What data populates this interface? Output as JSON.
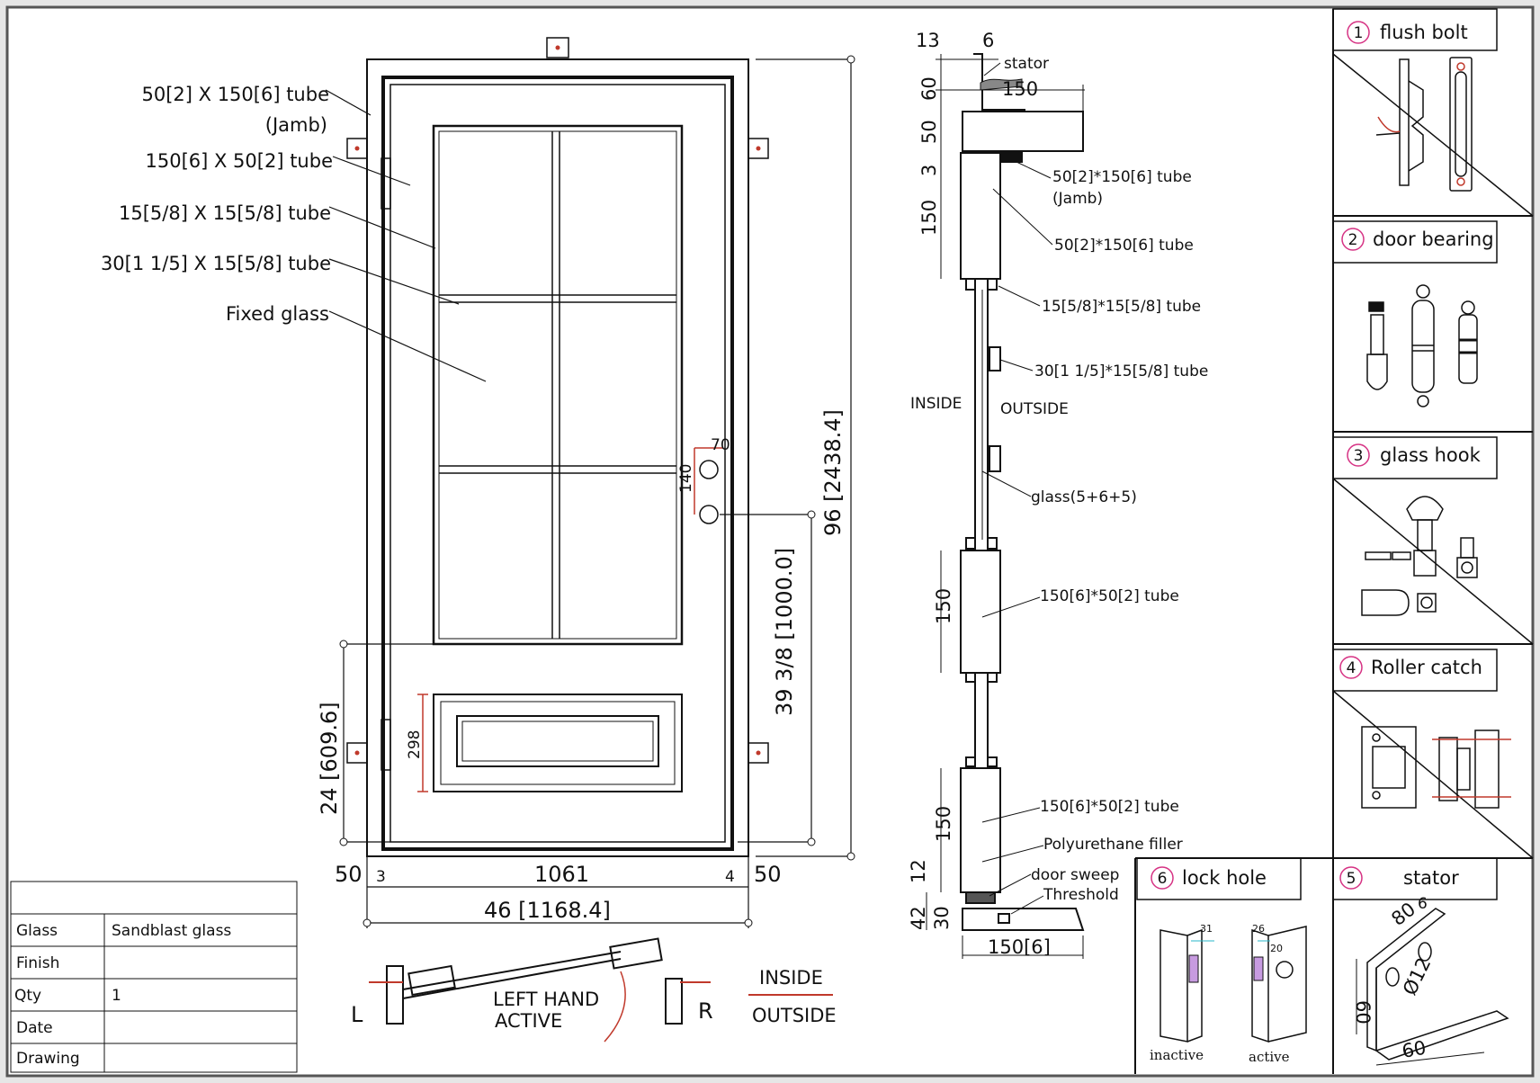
{
  "elevation": {
    "callouts": {
      "jamb_tube": "50[2] X 150[6] tube",
      "jamb_tag": "(Jamb)",
      "frame_tube": "150[6] X 50[2] tube",
      "bar_tube": "15[5/8] X 15[5/8] tube",
      "rail_tube": "30[1 1/5] X 15[5/8] tube",
      "glass": "Fixed glass"
    },
    "dims": {
      "handle_h": "70",
      "handle_v": "140",
      "height_total": "96 [2438.4]",
      "handle_height": "39 3/8 [1000.0]",
      "panel_h": "298",
      "lower_height": "24 [609.6]",
      "left_margin": "50",
      "left_gap": "3",
      "door_width": "1061",
      "right_gap": "4",
      "right_margin": "50",
      "overall_width": "46 [1168.4]"
    }
  },
  "swing": {
    "label_left": "L",
    "label_right": "R",
    "active_line1": "LEFT HAND",
    "active_line2": "ACTIVE",
    "inside": "INSIDE",
    "outside": "OUTSIDE"
  },
  "section": {
    "dims_top": {
      "a": "13",
      "b": "6",
      "c": "150",
      "v60": "60",
      "v50": "50",
      "v3": "3",
      "v150": "150"
    },
    "labels": {
      "stator": "stator",
      "jamb_tube": "50[2]*150[6] tube",
      "jamb_tag": "(Jamb)",
      "frame_tube": "50[2]*150[6] tube",
      "bar_tube": "15[5/8]*15[5/8] tube",
      "rail_tube": "30[1 1/5]*15[5/8] tube",
      "inside": "INSIDE",
      "outside": "OUTSIDE",
      "glass": "glass(5+6+5)",
      "mid_tube": "150[6]*50[2] tube",
      "bottom_tube": "150[6]*50[2] tube",
      "filler": "Polyurethane filler",
      "sweep": "door sweep",
      "threshold": "Threshold"
    },
    "dims_side": {
      "mid150": "150",
      "bot150": "150",
      "v12": "12",
      "v42": "42",
      "v30": "30",
      "bottom_width": "150[6]"
    }
  },
  "details": [
    {
      "num": "1",
      "title": "flush bolt"
    },
    {
      "num": "2",
      "title": "door bearing"
    },
    {
      "num": "3",
      "title": "glass hook"
    },
    {
      "num": "4",
      "title": "Roller catch"
    },
    {
      "num": "5",
      "title": "stator"
    },
    {
      "num": "6",
      "title": "lock hole"
    }
  ],
  "stator_dims": {
    "a": "80",
    "b": "6",
    "c": "60",
    "d": "Ø12",
    "e": "60"
  },
  "lock_hole": {
    "inactive": "inactive",
    "active": "active",
    "d1": "31",
    "d2": "26",
    "d3": "20"
  },
  "spec_table": [
    {
      "label": "Glass",
      "value": "Sandblast glass"
    },
    {
      "label": "Finish",
      "value": ""
    },
    {
      "label": "Qty",
      "value": "1"
    },
    {
      "label": "Date",
      "value": ""
    },
    {
      "label": "Drawing",
      "value": ""
    }
  ],
  "colors": {
    "accent": "#c0392b",
    "badge": "#d63384"
  }
}
